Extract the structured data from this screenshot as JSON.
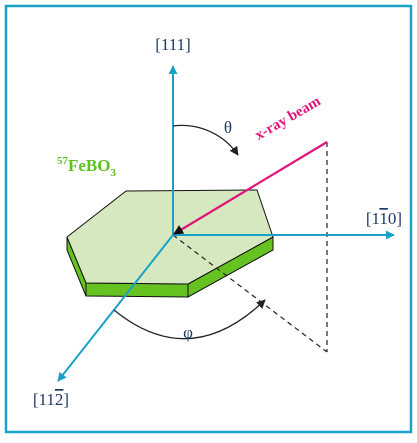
{
  "colors": {
    "frame": "#1aa1c8",
    "axis": "#1aa1c8",
    "beam": "#e0147a",
    "crystal_top": "#d6e8bf",
    "crystal_side": "#66c221",
    "crystal_label": "#5bc21f",
    "arc": "#222222",
    "text": "#1e3a66"
  },
  "axes": {
    "vertical": {
      "open": "[",
      "body": "111",
      "close": "]"
    },
    "right": {
      "open": "[1",
      "bar": "1",
      "rest": "0]"
    },
    "front": {
      "open": "[1",
      "plain": "1",
      "bar": "2",
      "close": "]"
    }
  },
  "beam": {
    "label": "x-ray beam"
  },
  "angles": {
    "theta": "θ",
    "phi": "φ"
  },
  "crystal": {
    "mass_number": "57",
    "formula_main": "FeBO",
    "subscript": "3"
  }
}
